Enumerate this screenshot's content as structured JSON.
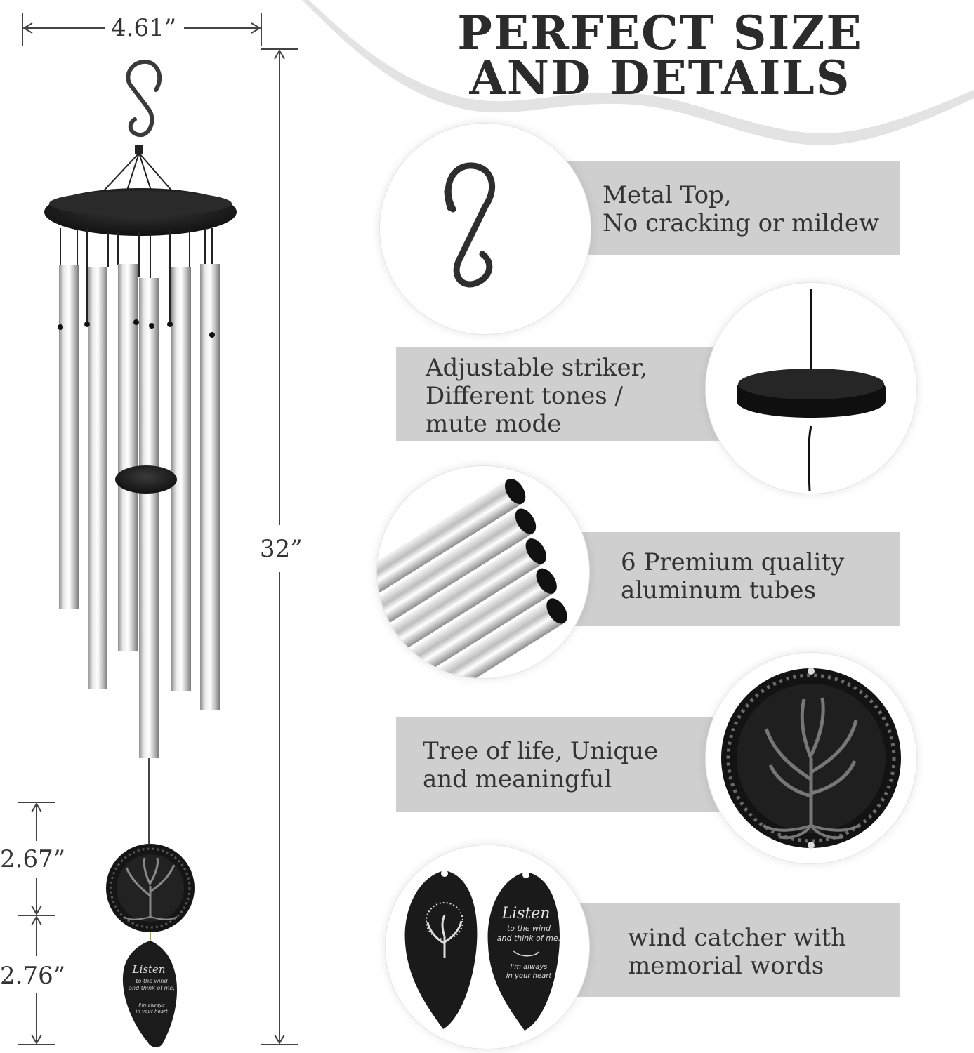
{
  "heading": {
    "line1": "PERFECT SIZE",
    "line2": "AND DETAILS"
  },
  "dimensions": {
    "width": "4.61”",
    "height": "32”",
    "medallion": "2.67”",
    "leaf": "2.76”"
  },
  "features": [
    {
      "icon": "s-hook-icon",
      "lines": [
        "Metal Top,",
        "No cracking or mildew"
      ]
    },
    {
      "icon": "striker-icon",
      "lines": [
        "Adjustable striker,",
        "Different tones /",
        "mute mode"
      ]
    },
    {
      "icon": "aluminum-tubes-icon",
      "lines": [
        "6 Premium quality",
        "aluminum tubes"
      ]
    },
    {
      "icon": "tree-of-life-medallion-icon",
      "lines": [
        "Tree of life, Unique",
        "and meaningful"
      ]
    },
    {
      "icon": "memorial-leaf-icon",
      "lines": [
        "wind catcher with",
        "memorial words"
      ]
    }
  ],
  "leaf_engraving": {
    "script": "Listen",
    "line1": "to the wind",
    "line2": "and think of me,",
    "line3": "I'm always",
    "line4": "in your heart"
  },
  "colors": {
    "band": "#cfcfcf",
    "text": "#333333",
    "heading": "#2b2b2b",
    "wave": "#e3e3e3"
  }
}
